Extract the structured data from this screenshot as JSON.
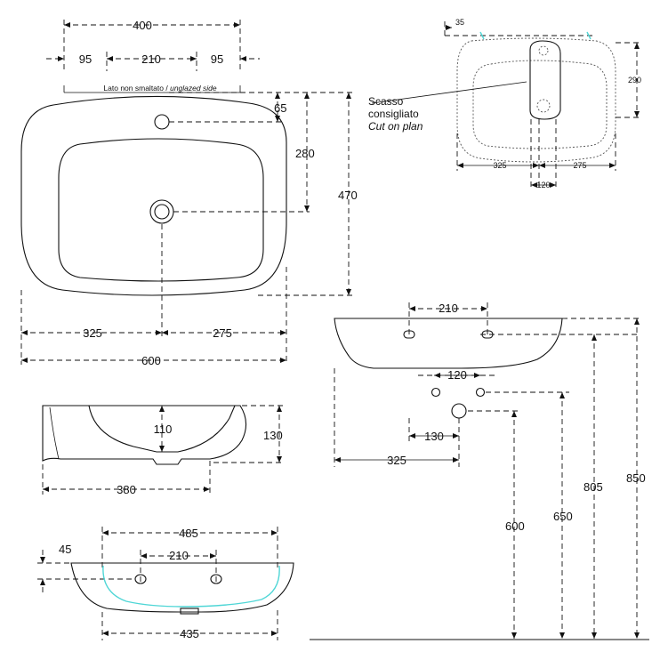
{
  "colors": {
    "line": "#111111",
    "glaze_edge": "#4fd6d6",
    "background": "#ffffff"
  },
  "plan_view": {
    "overall_width": "400",
    "tap_hole_spacing_left": "95",
    "tap_hole_spacing_middle": "210",
    "tap_hole_spacing_right": "95",
    "unglazed_label_it": "Lato non smaltato /",
    "unglazed_label_en": "unglazed side",
    "tap_hole_offset": "65",
    "drain_depth": "280",
    "overall_depth": "470",
    "left_half": "325",
    "right_half": "275",
    "overall_length": "600"
  },
  "side_section": {
    "inner_depth": "110",
    "height": "130",
    "length": "380"
  },
  "front_view": {
    "top_width": "485",
    "hole_spacing": "210",
    "hole_drop": "45",
    "bottom_width": "435"
  },
  "cutout_detail": {
    "label_it_1": "Scasso",
    "label_it_2": "consigliato",
    "label_en": "Cut on plan",
    "top_offset": "35",
    "height": "290",
    "left": "325",
    "right": "275",
    "width": "120"
  },
  "installation_view": {
    "hole_spacing_top": "210",
    "hole_spacing_mid": "120",
    "waste_offset": "130",
    "left_offset": "325",
    "height_600": "600",
    "height_650": "650",
    "height_805": "805",
    "height_850": "850"
  }
}
